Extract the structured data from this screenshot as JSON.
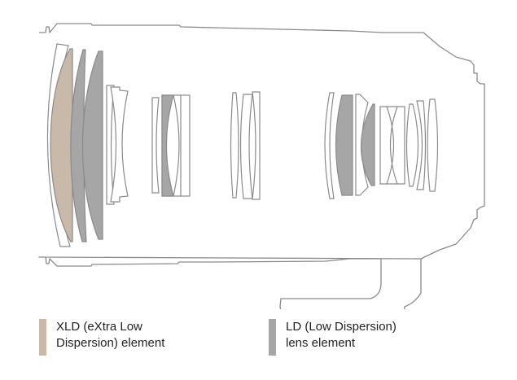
{
  "diagram": {
    "title_hidden": null
  },
  "legend": {
    "xld": {
      "line1": "XLD (eXtra Low",
      "line2": "Dispersion) element",
      "color": "#c9b9a8"
    },
    "ld": {
      "line1": "LD (Low Dispersion)",
      "line2": "lens element",
      "color": "#a6a6a6"
    }
  }
}
